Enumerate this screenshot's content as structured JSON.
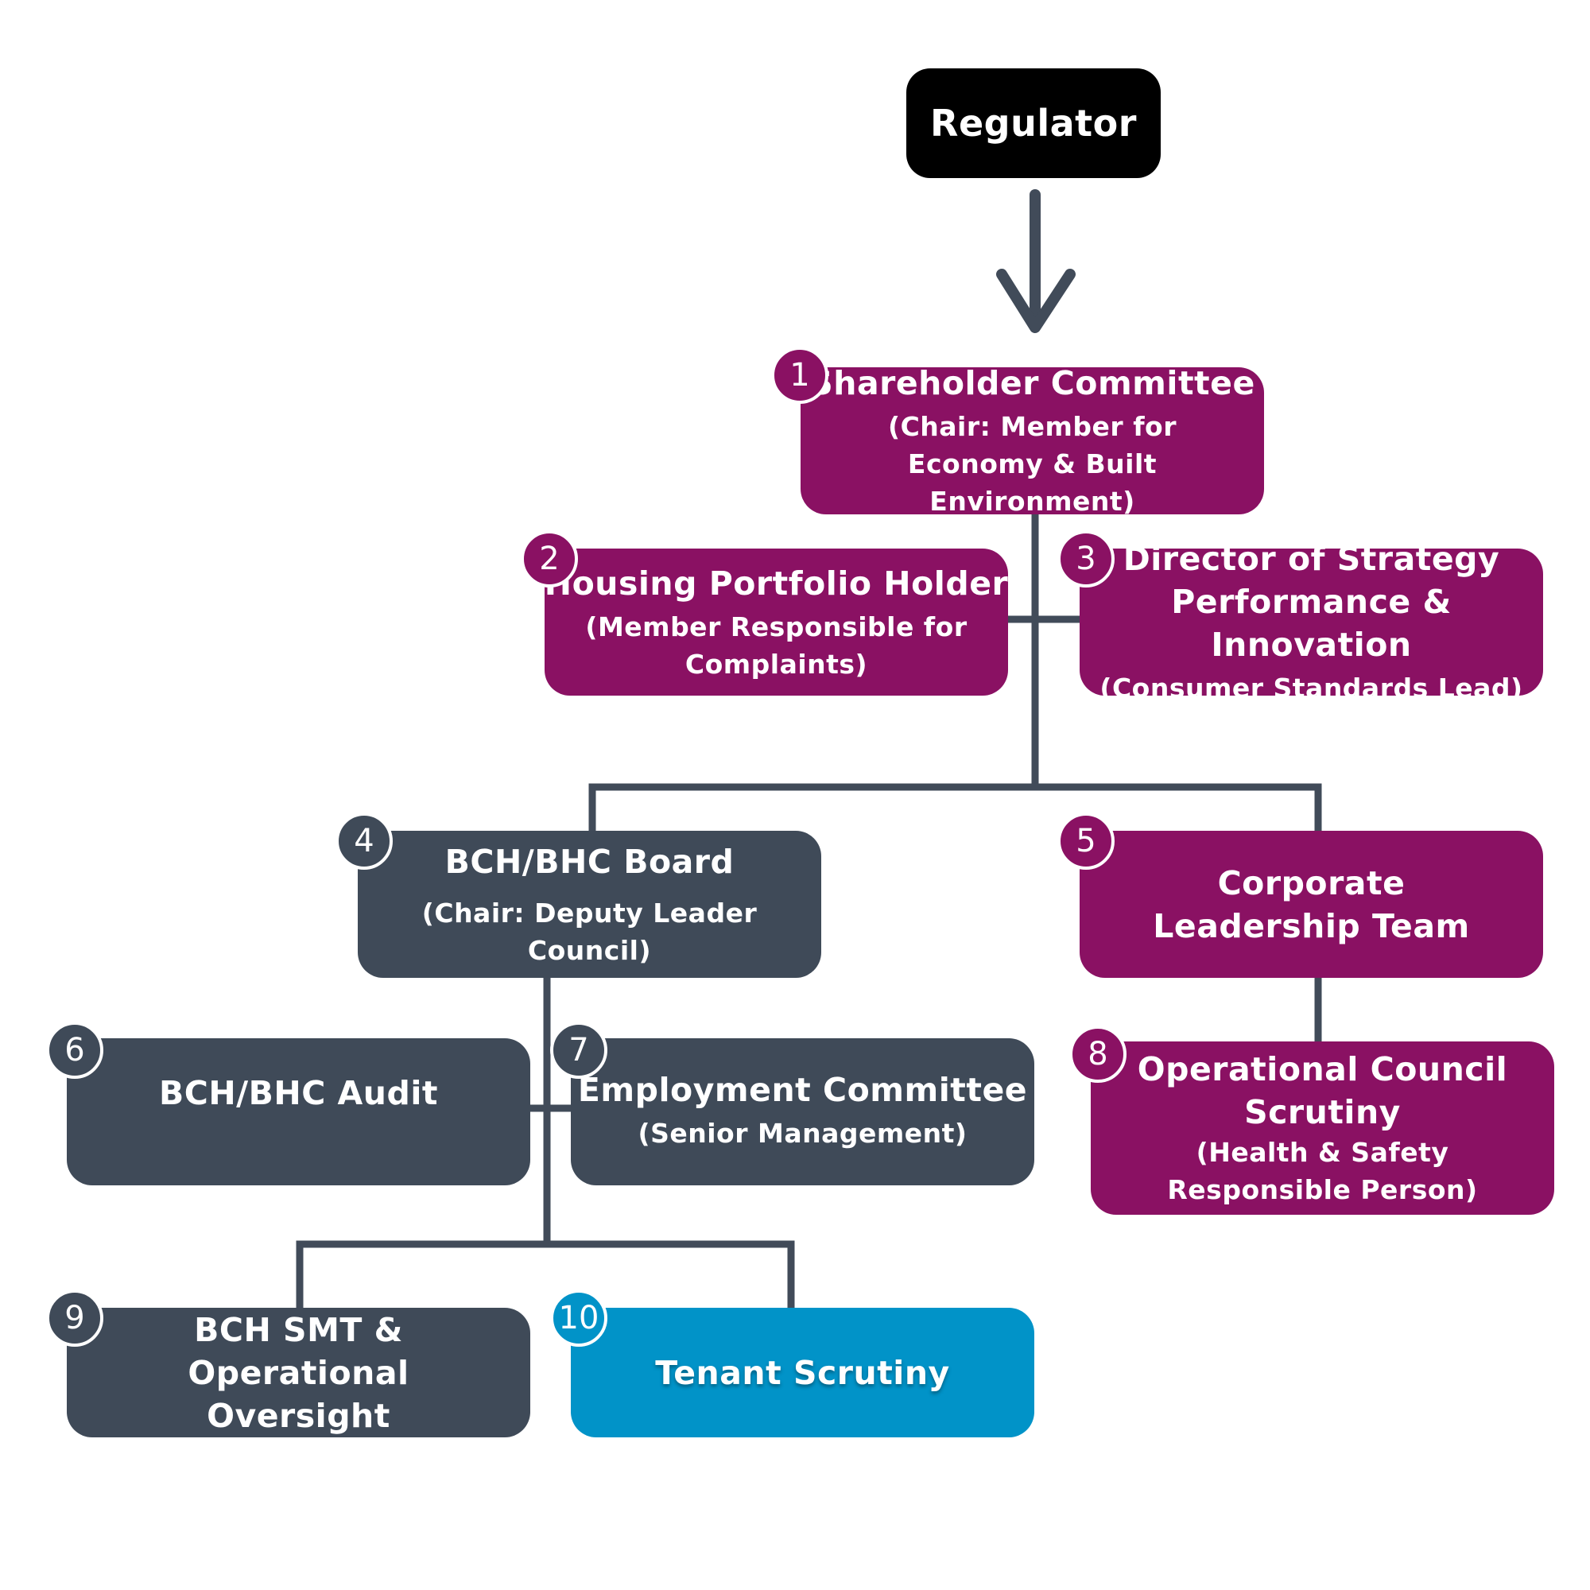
{
  "regulator": {
    "label": "Regulator"
  },
  "nodes": {
    "shareholder_committee": {
      "badge": "1",
      "title": "Shareholder Committee",
      "subtitle": "(Chair: Member for Economy & Built Environment)"
    },
    "housing_portfolio_holder": {
      "badge": "2",
      "title": "Housing Portfolio Holder",
      "subtitle": "(Member Responsible for Complaints)"
    },
    "director_strategy": {
      "badge": "3",
      "title": "Director of Strategy Performance & Innovation",
      "subtitle": "(Consumer Standards Lead)"
    },
    "bch_bhc_board": {
      "badge": "4",
      "title": "BCH/BHC Board",
      "subtitle": "(Chair: Deputy Leader Council)"
    },
    "corporate_leadership_team": {
      "badge": "5",
      "title": "Corporate Leadership Team"
    },
    "bch_bhc_audit": {
      "badge": "6",
      "title": "BCH/BHC Audit"
    },
    "employment_committee": {
      "badge": "7",
      "title": "Employment Committee",
      "subtitle": "(Senior Management)"
    },
    "operational_council_scrutiny": {
      "badge": "8",
      "title": "Operational Council Scrutiny",
      "subtitle": "(Health & Safety Responsible Person)"
    },
    "bch_smt": {
      "badge": "9",
      "title": "BCH SMT & Operational Oversight"
    },
    "tenant_scrutiny": {
      "badge": "10",
      "title": "Tenant Scrutiny"
    }
  },
  "colors": {
    "purple": "#8a1163",
    "slate": "#3f4a58",
    "blue": "#0193c8",
    "black": "#000000",
    "connector": "#414b59"
  },
  "icons": {
    "arrow": "arrow-down-icon"
  }
}
